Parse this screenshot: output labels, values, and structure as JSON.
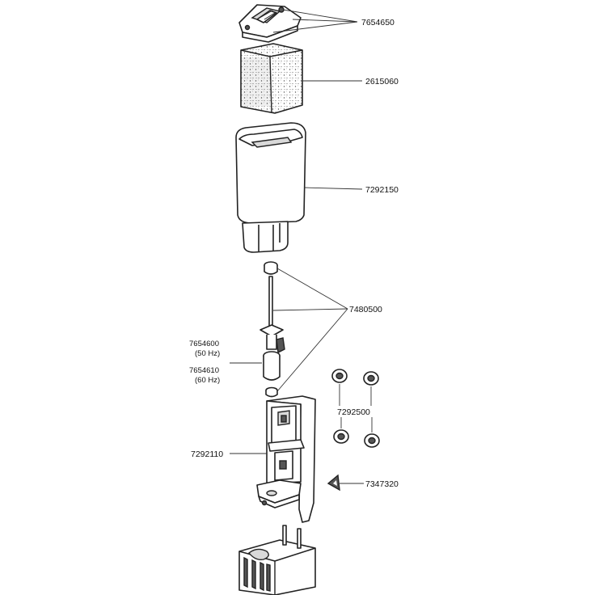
{
  "part_numbers": {
    "lid": "7654650",
    "sponge": "2615060",
    "housing": "7292150",
    "shaft_set": "7480500",
    "impeller_50hz": "7654600",
    "impeller_50hz_note": "(50 Hz)",
    "impeller_60hz": "7654610",
    "impeller_60hz_note": "(60 Hz)",
    "bracket": "7292110",
    "suction_cups": "7292500",
    "clip": "7347320"
  },
  "colors": {
    "line": "#222222",
    "background": "#ffffff"
  }
}
